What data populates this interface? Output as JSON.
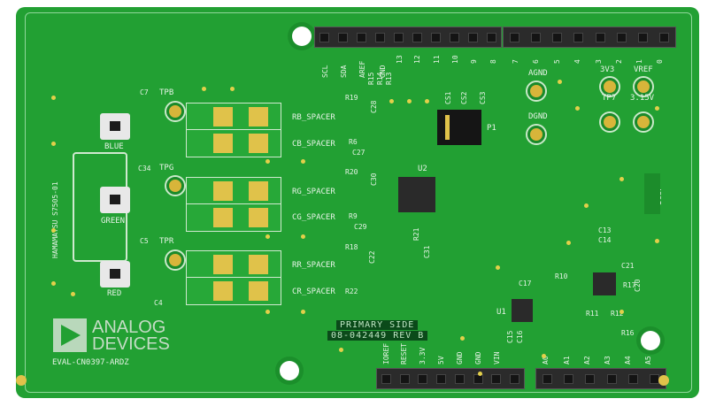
{
  "board": {
    "model": "EVAL-CN0397-ARDZ",
    "brand": "ANALOG DEVICES",
    "brand_line1": "ANALOG",
    "brand_line2": "DEVICES",
    "side_label": "PRIMARY SIDE",
    "rev_label": "08-042449 REV B",
    "sensor_part": "HAMAMATSU S7505-01",
    "colors": {
      "pcb": "#22a033",
      "pad": "#e0c24a",
      "silk": "#e6f3e6"
    }
  },
  "top_header_labels": [
    "SCL",
    "SDA",
    "AREF",
    "GND",
    "13",
    "12",
    "11",
    "10",
    "9",
    "8",
    "7",
    "6",
    "5",
    "4",
    "3",
    "2",
    "1",
    "0"
  ],
  "bottom_header_labels": [
    "IOREF",
    "RESET",
    "3.3V",
    "5V",
    "GND",
    "GND",
    "VIN",
    "A0",
    "A1",
    "A2",
    "A3",
    "A4",
    "A5"
  ],
  "channels": [
    {
      "color": "BLUE",
      "tp": "TPB",
      "spacer1": "RB_SPACER",
      "spacer2": "CB_SPACER"
    },
    {
      "color": "GREEN",
      "tp": "TPG",
      "spacer1": "RG_SPACER",
      "spacer2": "CG_SPACER"
    },
    {
      "color": "RED",
      "tp": "TPR",
      "spacer1": "RR_SPACER",
      "spacer2": "CR_SPACER"
    }
  ],
  "testpoints": [
    "AGND",
    "DGND",
    "3V3",
    "VREF",
    "TP7",
    "3.15V"
  ],
  "refdes": [
    "R15",
    "R14",
    "R13",
    "R19",
    "R20",
    "R18",
    "R6",
    "R9",
    "R22",
    "R21",
    "U2",
    "U1",
    "C27",
    "C28",
    "C29",
    "C30",
    "C22",
    "C31",
    "C34",
    "C7",
    "C5",
    "C4",
    "CS1",
    "CS2",
    "CS3",
    "P1",
    "ICSP",
    "C13",
    "C14",
    "C21",
    "C17",
    "R10",
    "R11",
    "R12",
    "R16",
    "R17",
    "C20",
    "C15",
    "C16",
    "A1",
    "A4",
    "A5"
  ]
}
